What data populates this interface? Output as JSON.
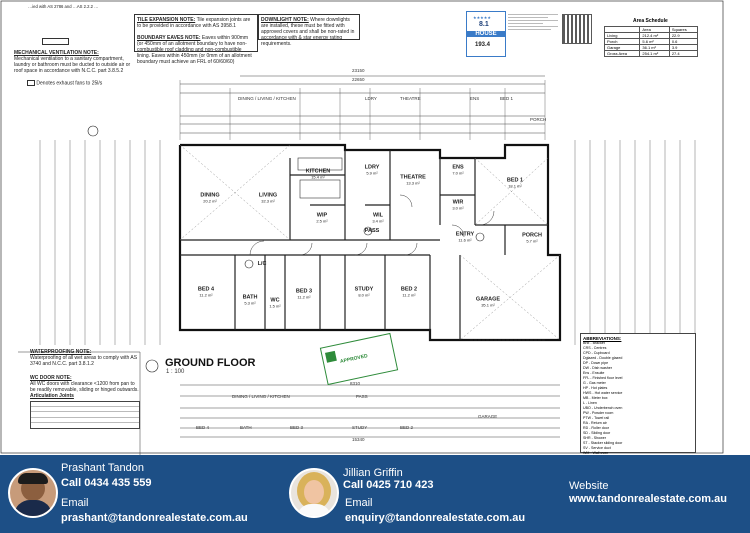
{
  "notes": {
    "glazing_head": "…ied with AS 2786 and …AS 2.2.2 …",
    "mech_title": "MECHANICAL VENTILATION NOTE:",
    "mech_body": "Mechanical ventilation to a sanitary compartment, laundry or bathroom must be ducted to outside air or roof space in accordance with N.C.C. part 3.8.5.2",
    "exhaust_fan": "Denotes exhaust fans to 25l/s",
    "tile_title": "TILE EXPANSION NOTE:",
    "tile_body": "Tile expansion joints are to be provided in accordance with AS 3958.1",
    "boundary_title": "BOUNDARY EAVES NOTE:",
    "boundary_body": "Eaves within 900mm (or 450mm of an allotment boundary to have non-combustible roof cladding and non-combustible lining. Eaves within 450mm (or 0mm of an allotment boundary must achieve an FRL of 60/60/60)",
    "downlight_title": "DOWNLIGHT NOTE:",
    "downlight_body": "Where downlights are installed, these must be fitted with approved covers and shall be non-rated in accordance with & star energy rating requirements.",
    "waterproof_title": "WATERPROOFING NOTE:",
    "waterproof_body": "Waterproofing of all wet areas to comply with AS 3740 and N.C.C. part 3.8.1.2",
    "wcdoor_title": "WC DOOR NOTE:",
    "wcdoor_body": "All WC doors with clearance <1200 from pan to be readily removable, sliding or hinged outwards.",
    "joints_title": "Articulation Joints"
  },
  "energy": {
    "label": "HOUSE",
    "rating": "8.1",
    "area": "193.4"
  },
  "area_schedule": {
    "title": "Area Schedule",
    "headers": [
      "",
      "Area",
      "Squares"
    ],
    "rows": [
      [
        "Living",
        "212.4 m²",
        "22.9"
      ],
      [
        "Porch",
        "5.6 m²",
        "0.6"
      ],
      [
        "Garage",
        "36.1 m²",
        "3.9"
      ],
      [
        "Gross Area",
        "254.1 m²",
        "27.4"
      ]
    ]
  },
  "plan": {
    "title": "GROUND FLOOR",
    "scale": "1 : 100",
    "overall_top": "22650",
    "overall_top2": "23150",
    "overall_bottom": "15340",
    "bottom_sub": "8310",
    "rooms": [
      {
        "name": "DINING",
        "area": "20.2 m²"
      },
      {
        "name": "LIVING",
        "area": "32.3 m²"
      },
      {
        "name": "KITCHEN",
        "area": "15.4 m²"
      },
      {
        "name": "LDRY",
        "area": "5.9 m²"
      },
      {
        "name": "THEATRE",
        "area": "13.3 m²"
      },
      {
        "name": "ENS",
        "area": "7.0 m²"
      },
      {
        "name": "BED 1",
        "area": "18.1 m²"
      },
      {
        "name": "WIP",
        "area": "2.5 m²"
      },
      {
        "name": "WIL",
        "area": "3.4 m²"
      },
      {
        "name": "WIR",
        "area": "3.0 m²"
      },
      {
        "name": "ENTRY",
        "area": "11.6 m²"
      },
      {
        "name": "PORCH",
        "area": "5.7 m²"
      },
      {
        "name": "BED 4",
        "area": "11.2 m²"
      },
      {
        "name": "BATH",
        "area": "5.3 m²"
      },
      {
        "name": "WC",
        "area": "1.5 m²"
      },
      {
        "name": "BED 3",
        "area": "11.2 m²"
      },
      {
        "name": "STUDY",
        "area": "8.0 m²"
      },
      {
        "name": "BED 2",
        "area": "11.2 m²"
      },
      {
        "name": "GARAGE",
        "area": "35.1 m²"
      },
      {
        "name": "PASS",
        "area": ""
      },
      {
        "name": "L/C",
        "area": ""
      }
    ],
    "top_labels": [
      "DINING / LIVING / KITCHEN",
      "LDRY",
      "THEATRE",
      "ENS",
      "BED 1",
      "PORCH"
    ],
    "bottom_labels": [
      "DINING / LIVING / KITCHEN",
      "PASS",
      "BED 4",
      "BATH",
      "BED 3",
      "STUDY",
      "BED 2",
      "GARAGE"
    ],
    "stamp": "APPROVED"
  },
  "abbreviations": {
    "title": "ABBREVIATIONS:",
    "items": [
      "Brkt - Bracket",
      "CRS - Centres",
      "CPD - Cupboard",
      "Dglazed - Double glazed",
      "DP - Down pipe",
      "DW - Dish washer",
      "Ens - Ensuite",
      "FFL - Finished floor level",
      "G - Gas meter",
      "HP - Hot plates",
      "HWS - Hot water service",
      "MB - Meter box",
      "L - Linen",
      "UBO - Underbench oven",
      "PW - Powder room",
      "PTW - Towel rail",
      "RA - Return air",
      "RD - Roller door",
      "SD - Sliding door",
      "SHR - Shower",
      "ST - Stacker sliding door",
      "SV - Service duct",
      "WM - Wall oven",
      "WW - Washing machine"
    ]
  },
  "footer": {
    "agent1": {
      "name": "Prashant Tandon",
      "phone": "Call 0434 435 559",
      "email_label": "Email",
      "email": "prashant@tandonrealestate.com.au"
    },
    "agent2": {
      "name": "Jillian Griffin",
      "phone": "Call 0425 710 423",
      "email_label": "Email",
      "email": "enquiry@tandonrealestate.com.au"
    },
    "website_label": "Website",
    "website": "www.tandonrealestate.com.au"
  },
  "colors": {
    "footer_bg": "#1d4f86",
    "stamp": "#2e8b3a",
    "star_badge": "#3a7bc8"
  }
}
